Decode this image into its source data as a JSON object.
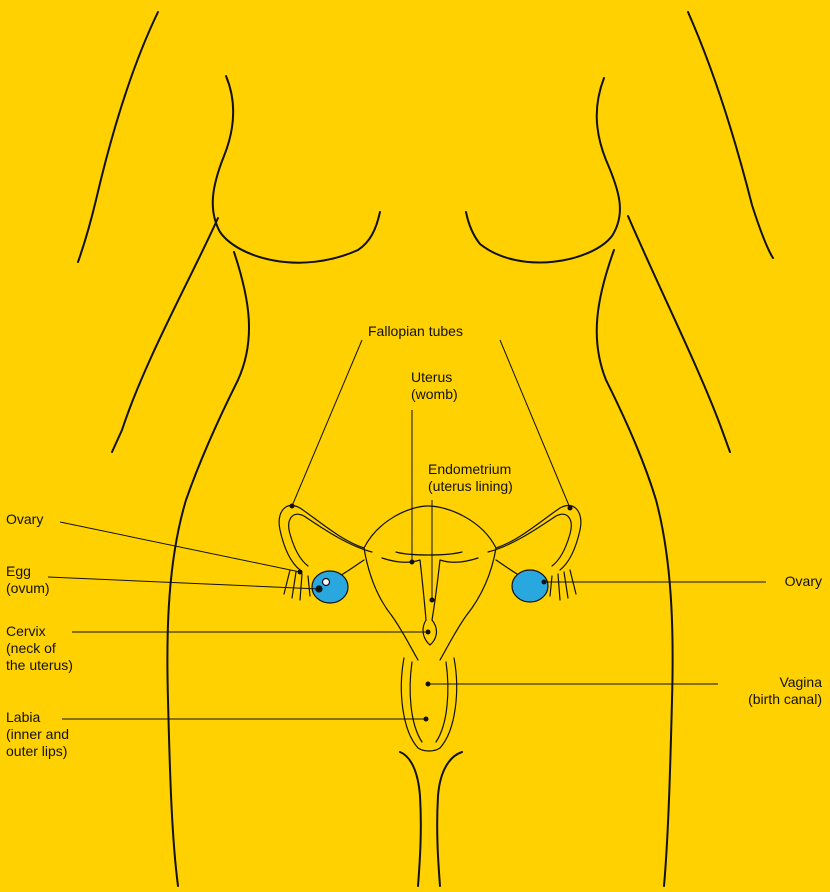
{
  "colors": {
    "background": "#FFD100",
    "outline": "#111111",
    "ovary": "#29A8E0",
    "egg": "#FFFFFF"
  },
  "labels": {
    "fallopian_tubes": "Fallopian tubes",
    "uterus": [
      "Uterus",
      "(womb)"
    ],
    "endometrium": [
      "Endometrium",
      "(uterus lining)"
    ],
    "ovary_left": "Ovary",
    "egg": [
      "Egg",
      "(ovum)"
    ],
    "cervix": [
      "Cervix",
      "(neck of",
      "the uterus)"
    ],
    "labia": [
      "Labia",
      "(inner and",
      "outer lips)"
    ],
    "ovary_right": "Ovary",
    "vagina": [
      "Vagina",
      "(birth canal)"
    ]
  }
}
